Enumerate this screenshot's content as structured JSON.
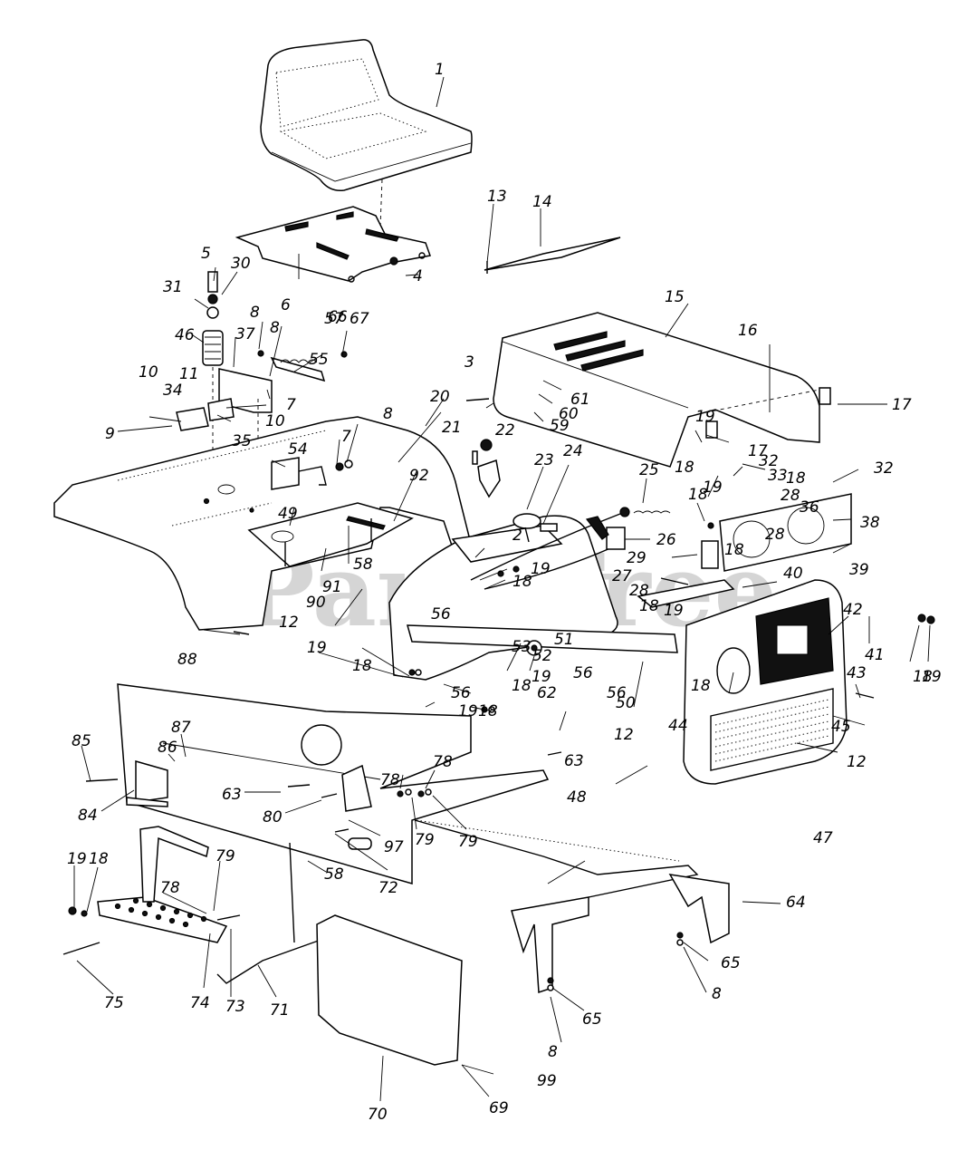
{
  "diagram": {
    "title": "Tractor body, seat, hood, dash and step parts diagram",
    "watermark": "PartsTree",
    "colors": {
      "line": "#000000",
      "background": "#ffffff",
      "watermark": "#c8c8c8"
    },
    "callouts": [
      {
        "id": "c1",
        "label": "1"
      },
      {
        "id": "c2",
        "label": "2"
      },
      {
        "id": "c3",
        "label": "3"
      },
      {
        "id": "c4",
        "label": "4"
      },
      {
        "id": "c5",
        "label": "5"
      },
      {
        "id": "c6",
        "label": "6"
      },
      {
        "id": "c7a",
        "label": "7"
      },
      {
        "id": "c7b",
        "label": "7"
      },
      {
        "id": "c8a",
        "label": "8"
      },
      {
        "id": "c8b",
        "label": "8"
      },
      {
        "id": "c8c",
        "label": "8"
      },
      {
        "id": "c8d",
        "label": "8"
      },
      {
        "id": "c8e",
        "label": "8"
      },
      {
        "id": "c9",
        "label": "9"
      },
      {
        "id": "c10a",
        "label": "10"
      },
      {
        "id": "c10b",
        "label": "10"
      },
      {
        "id": "c11",
        "label": "11"
      },
      {
        "id": "c12a",
        "label": "12"
      },
      {
        "id": "c12b",
        "label": "12"
      },
      {
        "id": "c12c",
        "label": "12"
      },
      {
        "id": "c13",
        "label": "13"
      },
      {
        "id": "c14",
        "label": "14"
      },
      {
        "id": "c15",
        "label": "15"
      },
      {
        "id": "c16",
        "label": "16"
      },
      {
        "id": "c17a",
        "label": "17"
      },
      {
        "id": "c17b",
        "label": "17"
      },
      {
        "id": "c18a",
        "label": "18"
      },
      {
        "id": "c18b",
        "label": "18"
      },
      {
        "id": "c18c",
        "label": "18"
      },
      {
        "id": "c18d",
        "label": "18"
      },
      {
        "id": "c18e",
        "label": "18"
      },
      {
        "id": "c18f",
        "label": "18"
      },
      {
        "id": "c18g",
        "label": "18"
      },
      {
        "id": "c18h",
        "label": "18"
      },
      {
        "id": "c18i",
        "label": "18"
      },
      {
        "id": "c18j",
        "label": "18"
      },
      {
        "id": "c18k",
        "label": "18"
      },
      {
        "id": "c18l",
        "label": "18"
      },
      {
        "id": "c19a",
        "label": "19"
      },
      {
        "id": "c19b",
        "label": "19"
      },
      {
        "id": "c19c",
        "label": "19"
      },
      {
        "id": "c19d",
        "label": "19"
      },
      {
        "id": "c19e",
        "label": "19"
      },
      {
        "id": "c19f",
        "label": "19"
      },
      {
        "id": "c19g",
        "label": "19"
      },
      {
        "id": "c19h",
        "label": "19"
      },
      {
        "id": "c19i",
        "label": "19"
      },
      {
        "id": "c20",
        "label": "20"
      },
      {
        "id": "c21",
        "label": "21"
      },
      {
        "id": "c22",
        "label": "22"
      },
      {
        "id": "c23",
        "label": "23"
      },
      {
        "id": "c24",
        "label": "24"
      },
      {
        "id": "c25",
        "label": "25"
      },
      {
        "id": "c26",
        "label": "26"
      },
      {
        "id": "c27",
        "label": "27"
      },
      {
        "id": "c28a",
        "label": "28"
      },
      {
        "id": "c28b",
        "label": "28"
      },
      {
        "id": "c28c",
        "label": "28"
      },
      {
        "id": "c29",
        "label": "29"
      },
      {
        "id": "c30",
        "label": "30"
      },
      {
        "id": "c31",
        "label": "31"
      },
      {
        "id": "c32a",
        "label": "32"
      },
      {
        "id": "c32b",
        "label": "32"
      },
      {
        "id": "c33",
        "label": "33"
      },
      {
        "id": "c34",
        "label": "34"
      },
      {
        "id": "c35",
        "label": "35"
      },
      {
        "id": "c36",
        "label": "36"
      },
      {
        "id": "c37",
        "label": "37"
      },
      {
        "id": "c38",
        "label": "38"
      },
      {
        "id": "c39",
        "label": "39"
      },
      {
        "id": "c40",
        "label": "40"
      },
      {
        "id": "c41",
        "label": "41"
      },
      {
        "id": "c42",
        "label": "42"
      },
      {
        "id": "c43",
        "label": "43"
      },
      {
        "id": "c44",
        "label": "44"
      },
      {
        "id": "c45",
        "label": "45"
      },
      {
        "id": "c46",
        "label": "46"
      },
      {
        "id": "c47",
        "label": "47"
      },
      {
        "id": "c48",
        "label": "48"
      },
      {
        "id": "c49",
        "label": "49"
      },
      {
        "id": "c50",
        "label": "50"
      },
      {
        "id": "c51",
        "label": "51"
      },
      {
        "id": "c52",
        "label": "52"
      },
      {
        "id": "c53",
        "label": "53"
      },
      {
        "id": "c54",
        "label": "54"
      },
      {
        "id": "c55",
        "label": "55"
      },
      {
        "id": "c56a",
        "label": "56"
      },
      {
        "id": "c56b",
        "label": "56"
      },
      {
        "id": "c56c",
        "label": "56"
      },
      {
        "id": "c56d",
        "label": "56"
      },
      {
        "id": "c57",
        "label": "57"
      },
      {
        "id": "c58a",
        "label": "58"
      },
      {
        "id": "c58b",
        "label": "58"
      },
      {
        "id": "c59",
        "label": "59"
      },
      {
        "id": "c60",
        "label": "60"
      },
      {
        "id": "c61",
        "label": "61"
      },
      {
        "id": "c62",
        "label": "62"
      },
      {
        "id": "c63a",
        "label": "63"
      },
      {
        "id": "c63b",
        "label": "63"
      },
      {
        "id": "c64",
        "label": "64"
      },
      {
        "id": "c65a",
        "label": "65"
      },
      {
        "id": "c65b",
        "label": "65"
      },
      {
        "id": "c66",
        "label": "66"
      },
      {
        "id": "c67",
        "label": "67"
      },
      {
        "id": "c69",
        "label": "69"
      },
      {
        "id": "c70",
        "label": "70"
      },
      {
        "id": "c71",
        "label": "71"
      },
      {
        "id": "c72",
        "label": "72"
      },
      {
        "id": "c73",
        "label": "73"
      },
      {
        "id": "c74",
        "label": "74"
      },
      {
        "id": "c75",
        "label": "75"
      },
      {
        "id": "c78a",
        "label": "78"
      },
      {
        "id": "c78b",
        "label": "78"
      },
      {
        "id": "c78c",
        "label": "78"
      },
      {
        "id": "c79a",
        "label": "79"
      },
      {
        "id": "c79b",
        "label": "79"
      },
      {
        "id": "c79c",
        "label": "79"
      },
      {
        "id": "c80",
        "label": "80"
      },
      {
        "id": "c84",
        "label": "84"
      },
      {
        "id": "c85",
        "label": "85"
      },
      {
        "id": "c86",
        "label": "86"
      },
      {
        "id": "c87",
        "label": "87"
      },
      {
        "id": "c88",
        "label": "88"
      },
      {
        "id": "c90",
        "label": "90"
      },
      {
        "id": "c91",
        "label": "91"
      },
      {
        "id": "c92",
        "label": "92"
      },
      {
        "id": "c97",
        "label": "97"
      },
      {
        "id": "c99",
        "label": "99"
      }
    ]
  }
}
